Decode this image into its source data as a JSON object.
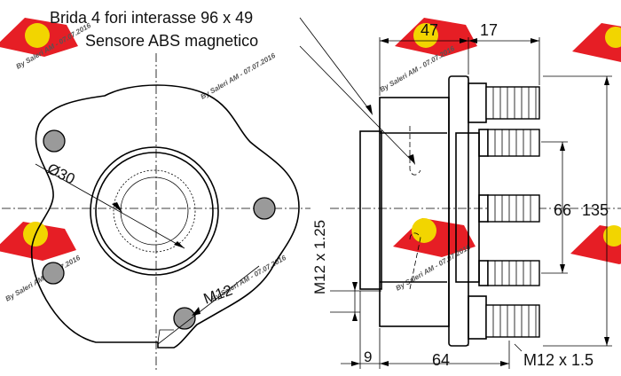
{
  "watermark": {
    "caption": "By Saleri AM - 07.07.2016",
    "colors": {
      "red": "#e61e25",
      "yellow": "#f2d500"
    }
  },
  "labels": {
    "flange_title": "Brida 4 fori interasse 96 x 49",
    "abs_title": "Sensore ABS magnetico",
    "dim_47": "47",
    "dim_17": "17",
    "dim_66": "66",
    "dim_135": "135",
    "dim_9": "9",
    "dim_64": "64",
    "thread_bolt": "M12 x 1.5",
    "thread_nut": "M12 x 1.25",
    "bore": "Ø30",
    "side_thread": "M12"
  }
}
